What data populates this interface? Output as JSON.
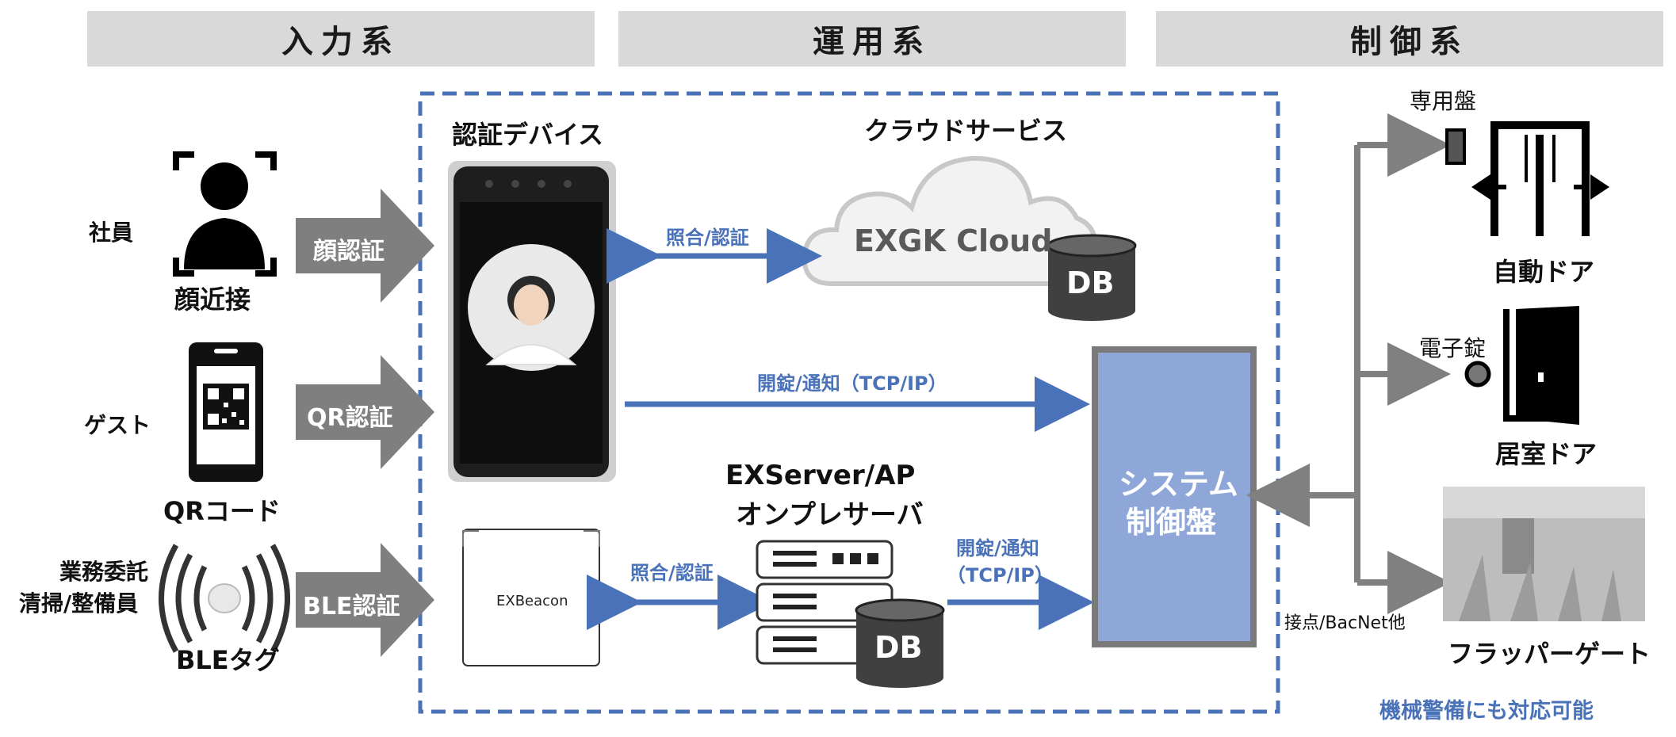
{
  "headers": {
    "input": "入力系",
    "operation": "運用系",
    "control": "制御系"
  },
  "input": {
    "employee": {
      "user": "社員",
      "device": "顔近接",
      "method": "顔認証"
    },
    "guest": {
      "user": "ゲスト",
      "device": "QRコード",
      "method": "QR認証"
    },
    "staff": {
      "user_line1": "業務委託",
      "user_line2": "清掃/整備員",
      "device": "BLEタグ",
      "method": "BLE認証"
    }
  },
  "operation": {
    "auth_device_title": "認証デバイス",
    "cloud_title": "クラウドサービス",
    "cloud_name": "EXGK Cloud",
    "cloud_db": "DB",
    "link_cloud": "照合/認証",
    "link_unlock_top": "開錠/通知（TCP/IP）",
    "beacon_label": "EXBeacon",
    "server_title_line1": "EXServer/AP",
    "server_title_line2": "オンプレサーバ",
    "server_db": "DB",
    "link_server": "照合/認証",
    "link_unlock_bottom_line1": "開錠/通知",
    "link_unlock_bottom_line2": "（TCP/IP）",
    "control_panel_line1": "システム",
    "control_panel_line2": "制御盤"
  },
  "control": {
    "auto_door_panel": "専用盤",
    "auto_door": "自動ドア",
    "e_lock": "電子錠",
    "room_door": "居室ドア",
    "flapper_gate": "フラッパーゲート",
    "contact_protocol": "接点/BacNet他",
    "note": "機械警備にも対応可能"
  },
  "colors": {
    "accent_blue": "#4a72b8",
    "panel_fill": "#8fa6d8",
    "gray_arrow": "#7f7f7f",
    "header_bg": "#d9d9d9"
  }
}
